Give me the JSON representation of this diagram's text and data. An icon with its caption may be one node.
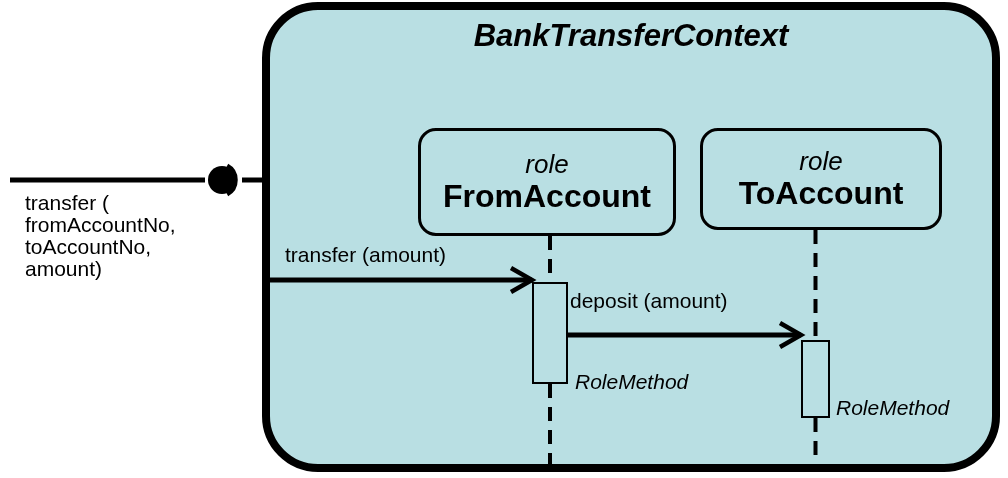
{
  "diagram": {
    "nodes": [
      {
        "text": [
          "BankTransferContext"
        ]
      },
      {
        "text": [
          "role",
          "FromAccount"
        ],
        "in": 0
      },
      {
        "text": [
          "role",
          "ToAccount"
        ],
        "in": 0
      },
      {
        "text": [],
        "shape": "circle"
      },
      {
        "text": [],
        "shape": "bar",
        "in": 0,
        "beside": [
          "RoleMethod"
        ]
      },
      {
        "text": [],
        "shape": "bar",
        "in": 0,
        "beside": [
          "RoleMethod"
        ]
      }
    ],
    "edges": [
      {
        "from": null,
        "to": 3,
        "arrow": "none",
        "label": "transfer ( fromAccountNo, toAccountNo, amount)"
      },
      {
        "from": null,
        "to": 4,
        "arrow": "to",
        "label": "transfer (amount)"
      },
      {
        "from": 4,
        "to": 5,
        "arrow": "to",
        "label": "deposit (amount)"
      },
      {
        "from": 1,
        "to": 4,
        "arrow": "none",
        "style": "dashed"
      },
      {
        "from": 4,
        "to": null,
        "arrow": "none",
        "style": "dashed"
      },
      {
        "from": 2,
        "to": 5,
        "arrow": "none",
        "style": "dashed"
      },
      {
        "from": 5,
        "to": null,
        "arrow": "none",
        "style": "dashed"
      }
    ]
  }
}
